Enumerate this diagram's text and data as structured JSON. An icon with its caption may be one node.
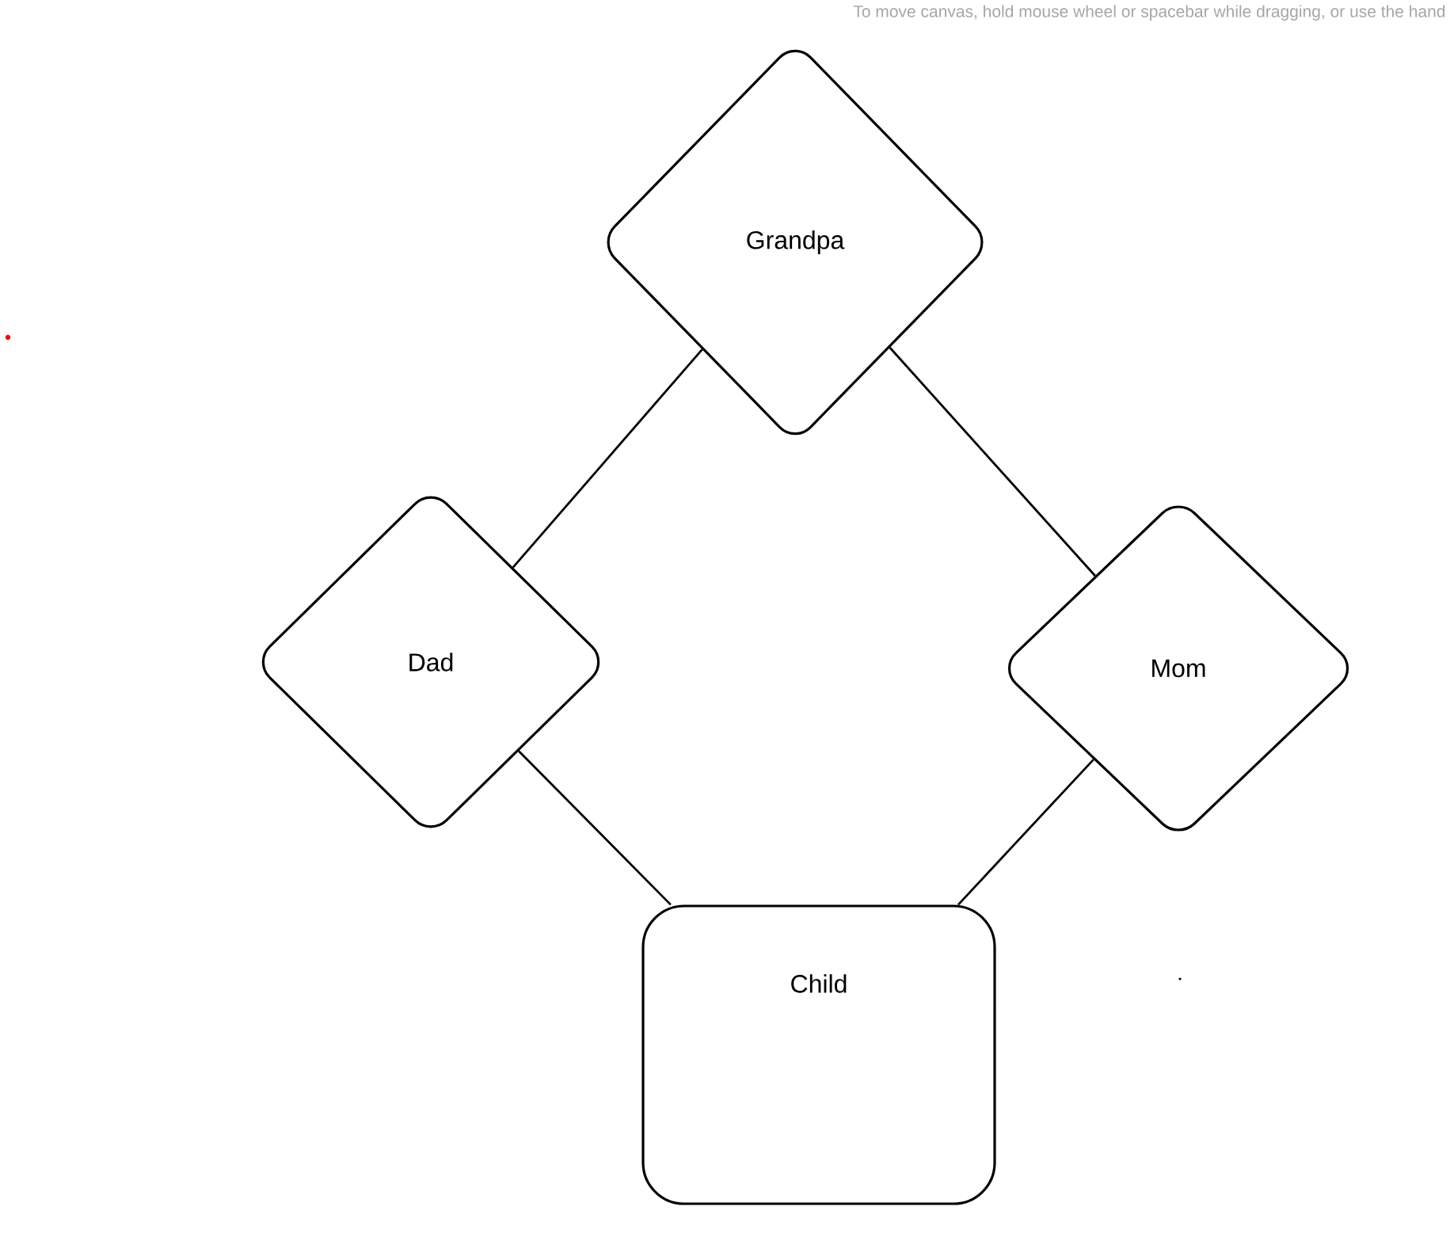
{
  "diagram": {
    "nodes": [
      {
        "text": [
          "Grandpa"
        ]
      },
      {
        "text": [
          "Dad"
        ]
      },
      {
        "text": [
          "Mom"
        ]
      },
      {
        "text": [
          "Child"
        ]
      }
    ],
    "edges": [
      {
        "from": 0,
        "to": 1,
        "arrow": "none"
      },
      {
        "from": 0,
        "to": 2,
        "arrow": "none"
      },
      {
        "from": 1,
        "to": 3,
        "arrow": "none"
      },
      {
        "from": 2,
        "to": 3,
        "arrow": "none"
      }
    ],
    "labels": [
      "To move canvas, hold mouse wheel or spacebar while dragging, or use the hand"
    ]
  }
}
